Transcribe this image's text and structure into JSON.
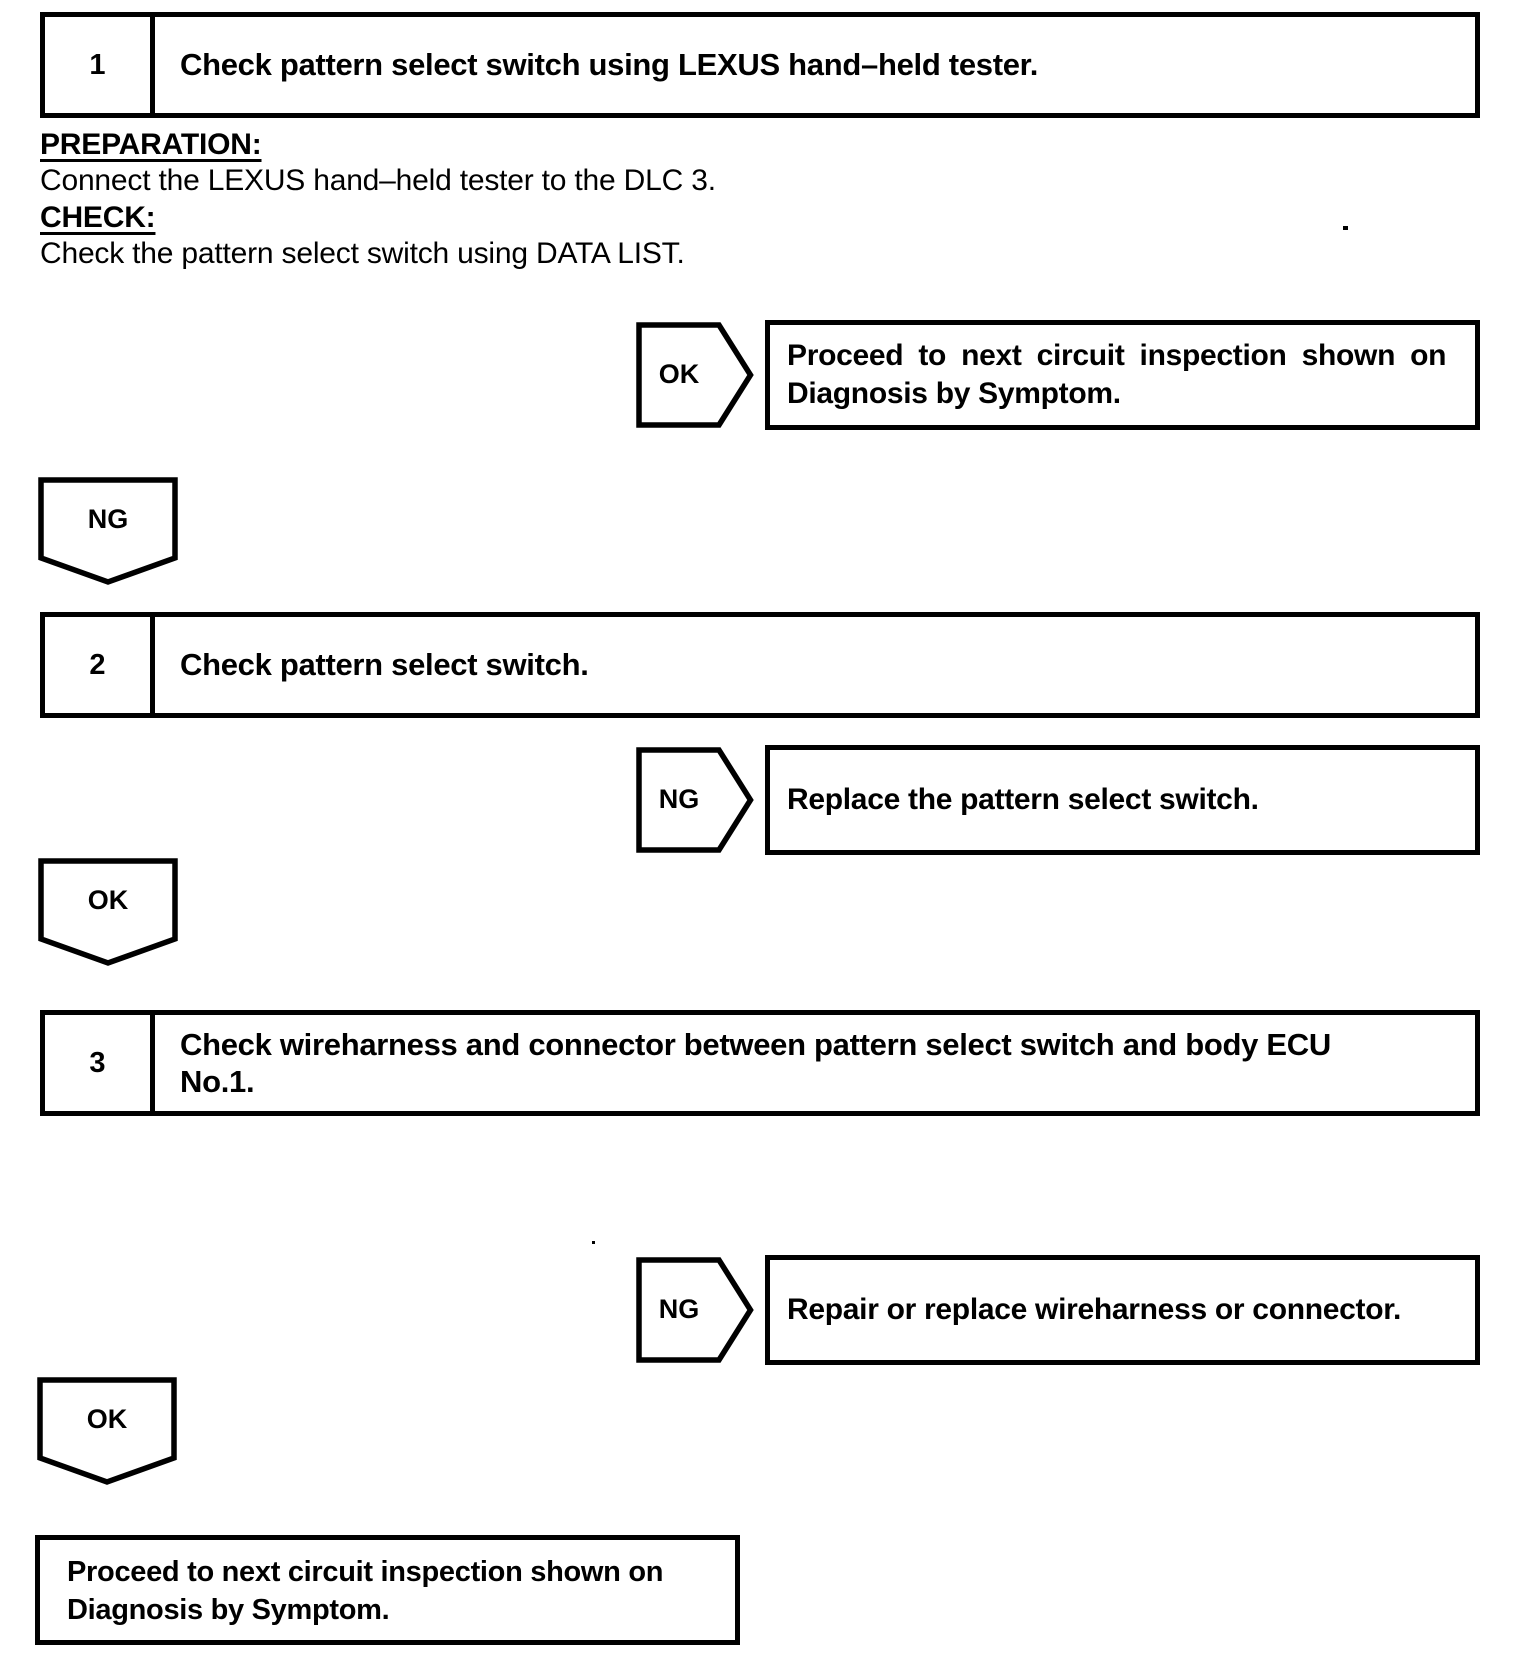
{
  "colors": {
    "ink": "#000000",
    "paper": "#ffffff"
  },
  "step1": {
    "number": "1",
    "title": "Check pattern select switch using LEXUS hand–held tester."
  },
  "instructions": {
    "preparation_label": "PREPARATION:",
    "preparation_text": "Connect the LEXUS hand–held tester to the DLC 3.",
    "check_label": "CHECK:",
    "check_text": "Check the pattern select switch using DATA LIST."
  },
  "branch_ok_1": {
    "label": "OK",
    "result_line1": "Proceed to next circuit inspection shown on",
    "result_line2": "Diagnosis by Symptom."
  },
  "connector_ng": {
    "label": "NG"
  },
  "step2": {
    "number": "2",
    "title": "Check pattern select switch."
  },
  "branch_ng_2": {
    "label": "NG",
    "result": "Replace the pattern select switch."
  },
  "connector_ok_1": {
    "label": "OK"
  },
  "step3": {
    "number": "3",
    "title_line1": "Check wireharness and connector between pattern select switch and body ECU",
    "title_line2": "No.1."
  },
  "branch_ng_3": {
    "label": "NG",
    "result": "Repair or replace wireharness or connector."
  },
  "connector_ok_2": {
    "label": "OK"
  },
  "end_box": {
    "line1": "Proceed to next circuit inspection shown on",
    "line2": "Diagnosis by Symptom."
  }
}
